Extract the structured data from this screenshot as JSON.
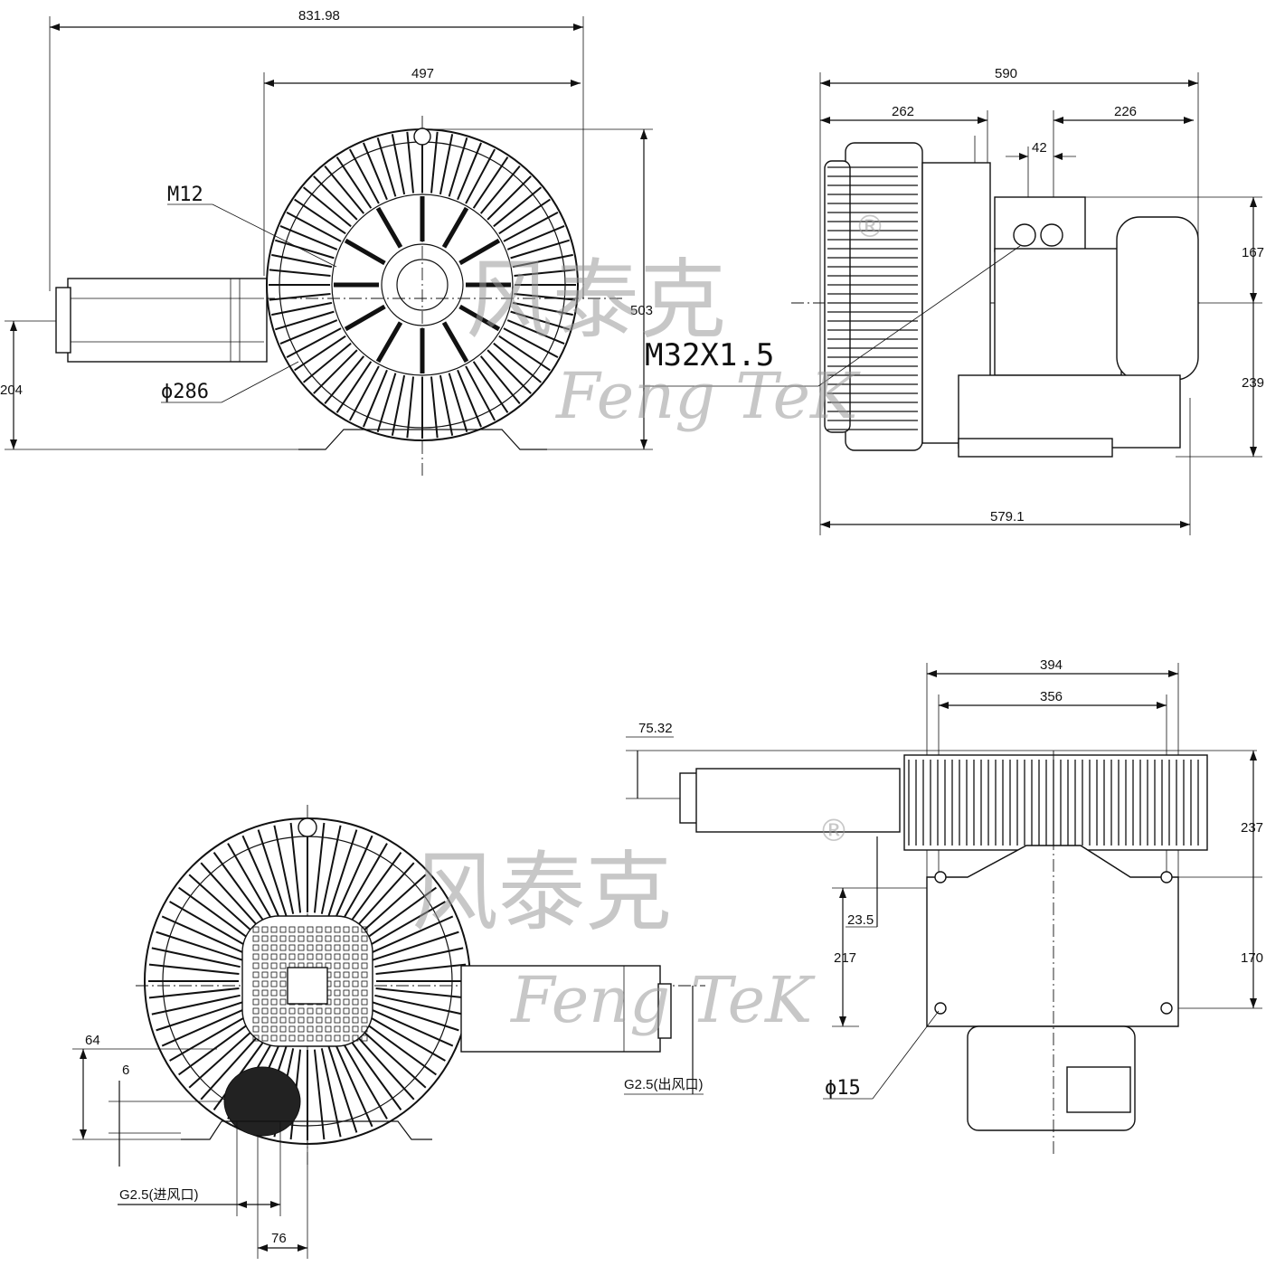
{
  "views": {
    "front": {
      "dims": {
        "overall_width": "831.98",
        "body_width": "497",
        "height": "503",
        "center_height": "204",
        "thread_callout": "M12",
        "circle_dia": "ϕ286"
      }
    },
    "side": {
      "dims": {
        "overall_length": "590",
        "front_section": "262",
        "rear_section": "226",
        "terminal_width": "42",
        "upper_height": "167",
        "lower_height": "239",
        "base_length": "579.1",
        "cable_gland": "M32X1.5"
      }
    },
    "back": {
      "dims": {
        "outlet_height": "64",
        "foot_offset": "6",
        "inlet_label": "G2.5(进风口)",
        "outlet_label": "G2.5(出风口)",
        "inlet_width": "76"
      }
    },
    "bottom": {
      "dims": {
        "mount_width_outer": "394",
        "mount_width_inner": "356",
        "pipe_offset": "75.32",
        "flange_height": "237",
        "hole_offset": "23.5",
        "hole_pitch_left": "217",
        "hole_pitch_right": "170",
        "hole_dia": "ϕ15"
      }
    }
  },
  "watermarks": {
    "cn": "风泰克",
    "en": "Feng TeK",
    "reg": "®"
  }
}
